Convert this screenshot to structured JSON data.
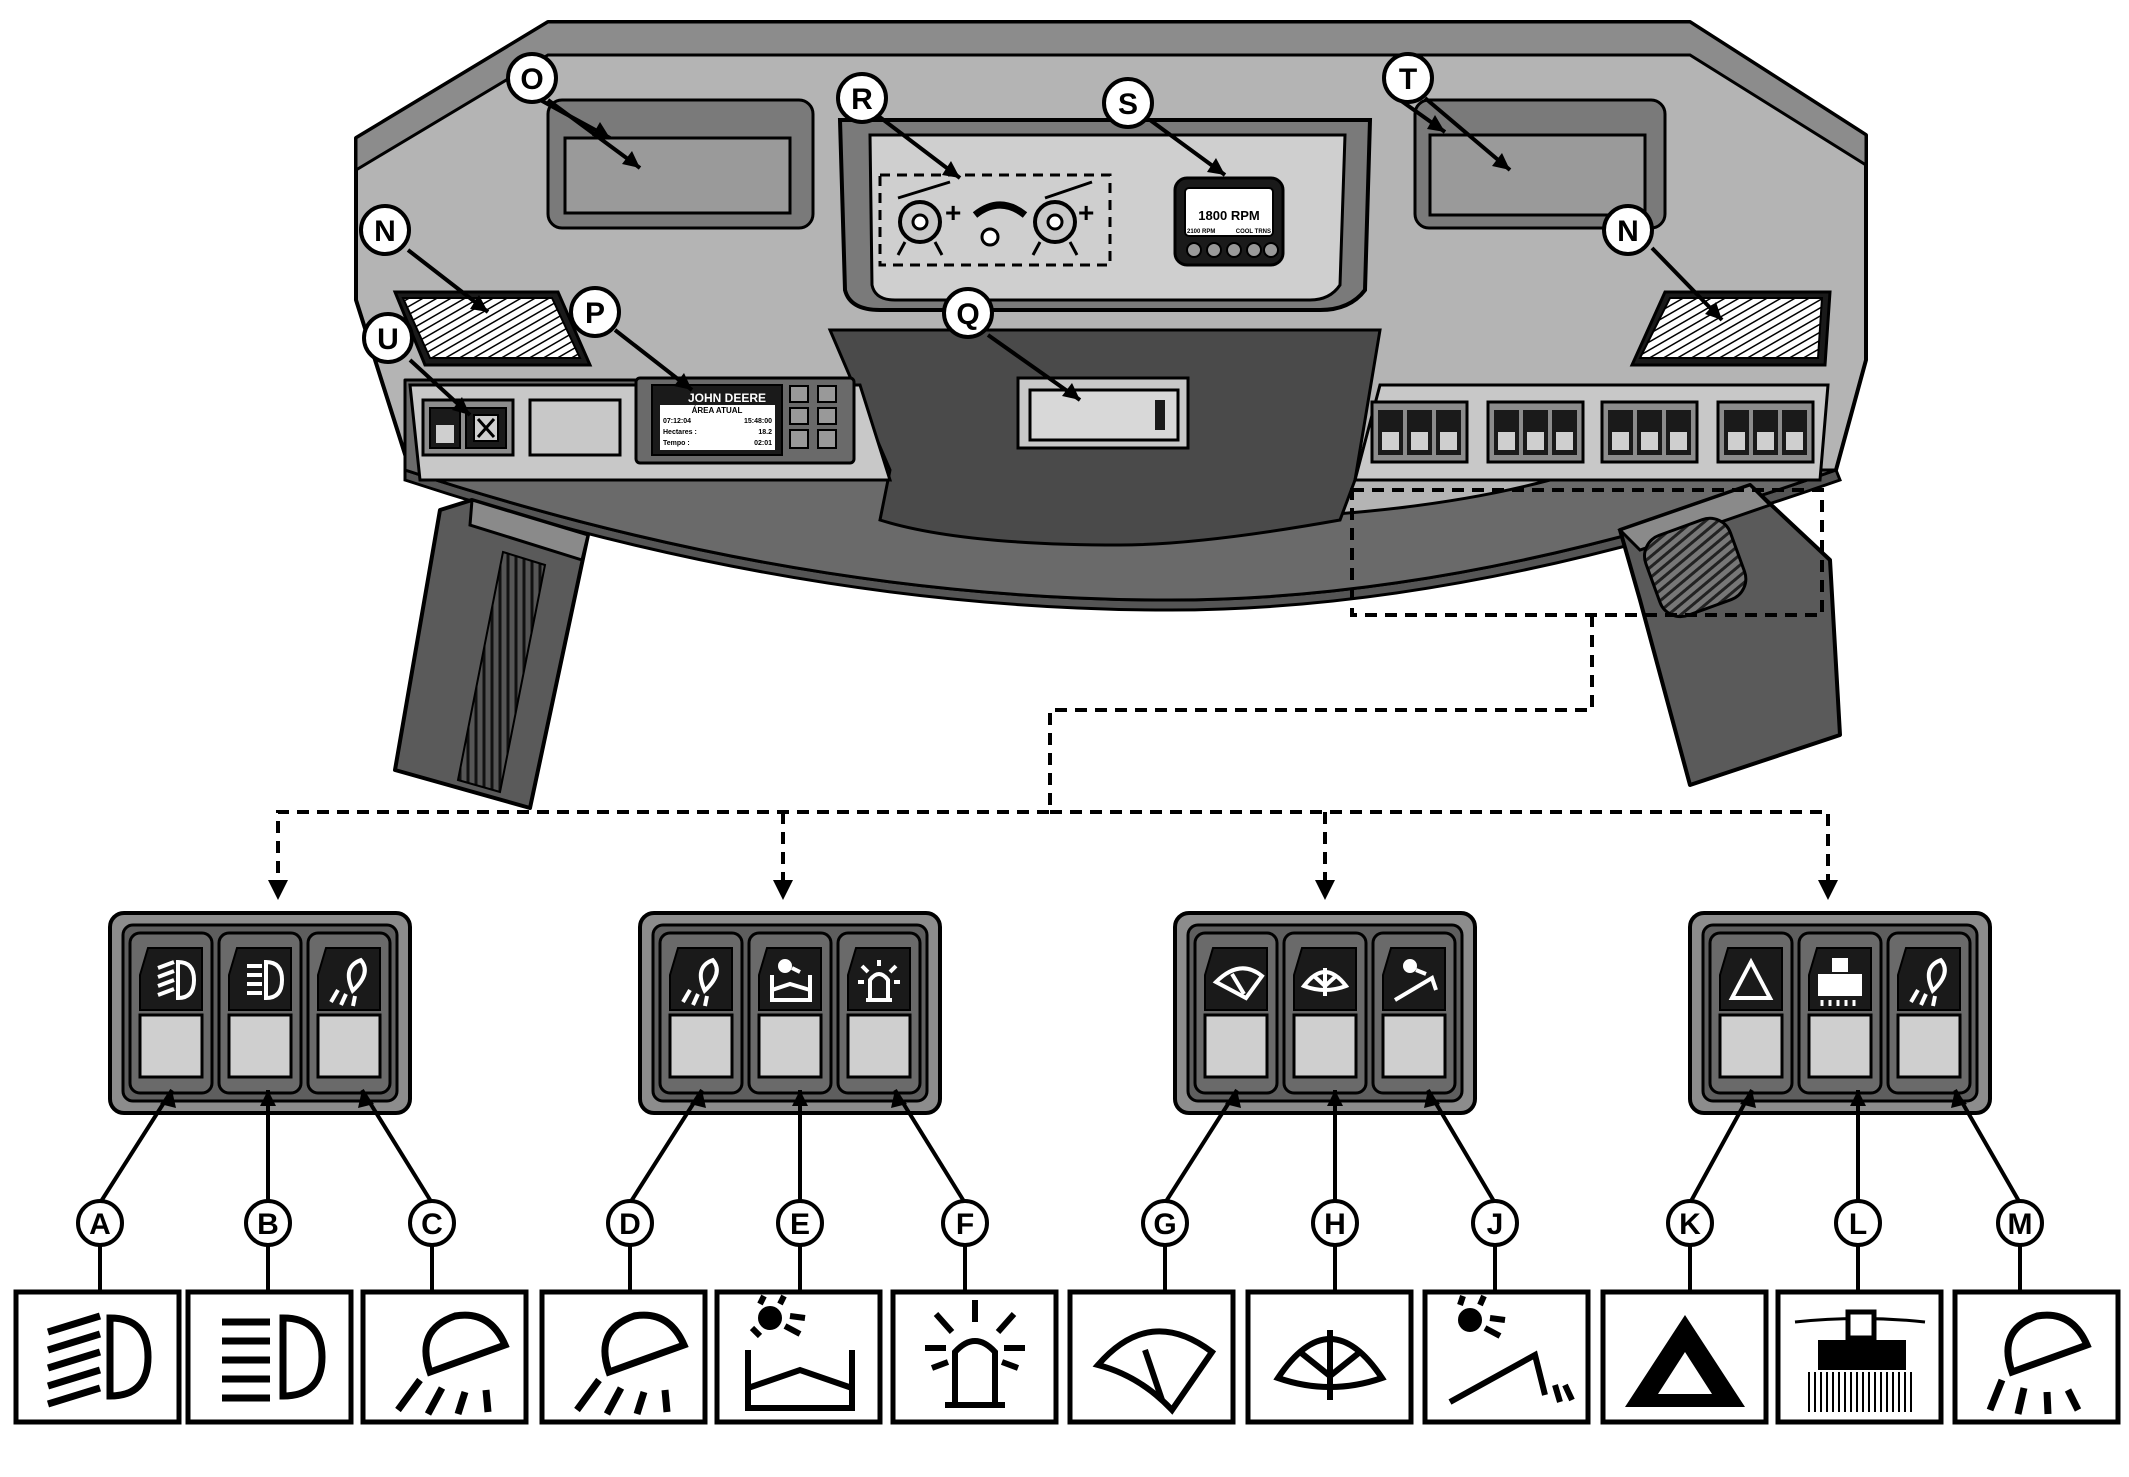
{
  "callouts": {
    "O": "O",
    "R": "R",
    "S": "S",
    "T": "T",
    "N": "N",
    "U": "U",
    "P": "P",
    "Q": "Q",
    "A": "A",
    "B": "B",
    "C": "C",
    "D": "D",
    "E": "E",
    "F": "F",
    "G": "G",
    "H": "H",
    "J": "J",
    "K": "K",
    "L": "L",
    "M": "M"
  },
  "tach_display": {
    "rpm": "1800 RPM",
    "left_softkey": "2100 RPM",
    "right_softkey": "COOL TRNS"
  },
  "monitor": {
    "brand": "JOHN DEERE",
    "title": "ÁREA ATUAL",
    "row1_left": "07:12:04",
    "row1_right": "15:48:00",
    "row2_left": "Hectares :",
    "row2_right": "18.2",
    "row3_left": "Tempo :",
    "row3_right": "02:01"
  },
  "colors": {
    "outline": "#000000",
    "panel_light": "#c8c8c8",
    "panel_mid": "#a8a8a8",
    "panel_dark": "#6e6e6e",
    "key_top": "#1a1a1a",
    "key_bottom": "#cfcfcf"
  },
  "switch_icons": [
    "headlight-flood-icon",
    "headlight-icon",
    "work-light-icon",
    "work-light-icon",
    "grain-tank-light-icon",
    "beacon-icon",
    "wiper-icon",
    "wiper-washer-icon",
    "unloading-auger-light-icon",
    "hazard-icon",
    "header-light-icon",
    "rear-work-light-icon"
  ]
}
